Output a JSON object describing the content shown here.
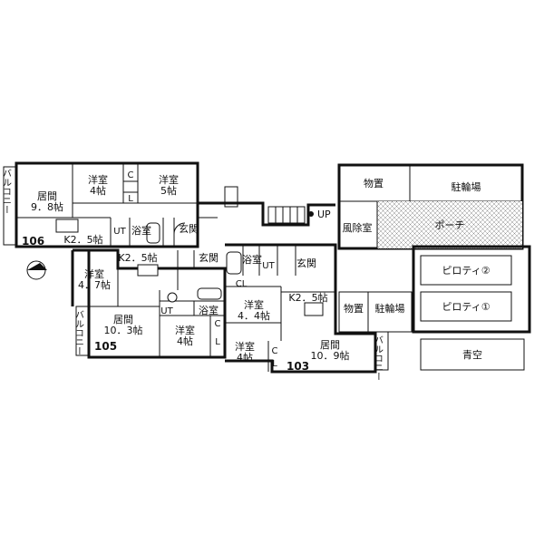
{
  "units": {
    "u106": {
      "number": "106",
      "balcony": "バルコニー",
      "living": "居間",
      "living_size": "9．8帖",
      "western": "洋室",
      "western_size": "4帖",
      "western2": "洋室",
      "western2_size": "5帖",
      "closet": "C",
      "closet2": "L",
      "kitchen": "K2．5帖",
      "ut": "UT",
      "bath": "浴室",
      "entrance": "玄関"
    },
    "u105": {
      "number": "105",
      "balcony": "バルコニー",
      "living": "居間",
      "living_size": "10．3帖",
      "western": "洋室",
      "western_size": "4．7帖",
      "western2": "洋室",
      "western2_size": "4帖",
      "kitchen": "K2．5帖",
      "entrance": "玄関",
      "ut": "UT",
      "bath": "浴室",
      "closet": "C",
      "closet2": "L"
    },
    "u103": {
      "number": "103",
      "balcony": "バルコニー",
      "living": "居間",
      "living_size": "10．9帖",
      "western": "洋室",
      "western_size": "4．4帖",
      "western2": "洋室",
      "western2_size": "4帖",
      "kitchen": "K2．5帖",
      "entrance": "玄関",
      "bath": "浴室",
      "ut": "UT",
      "closet": "CL",
      "closet2a": "C",
      "closet2b": "L"
    }
  },
  "common": {
    "storage": "物置",
    "bicycle": "駐輪場",
    "storage2": "物置",
    "bicycle2": "駐輪場",
    "windbreak": "風除室",
    "porch": "ポーチ",
    "up": "UP",
    "piloti2": "ピロティ②",
    "piloti1": "ピロティ①",
    "open_sky": "青空"
  },
  "icons": [
    "north-arrow-icon",
    "stair-icon",
    "bathtub-icon",
    "sink-icon",
    "toilet-icon",
    "door-swing-icon"
  ]
}
